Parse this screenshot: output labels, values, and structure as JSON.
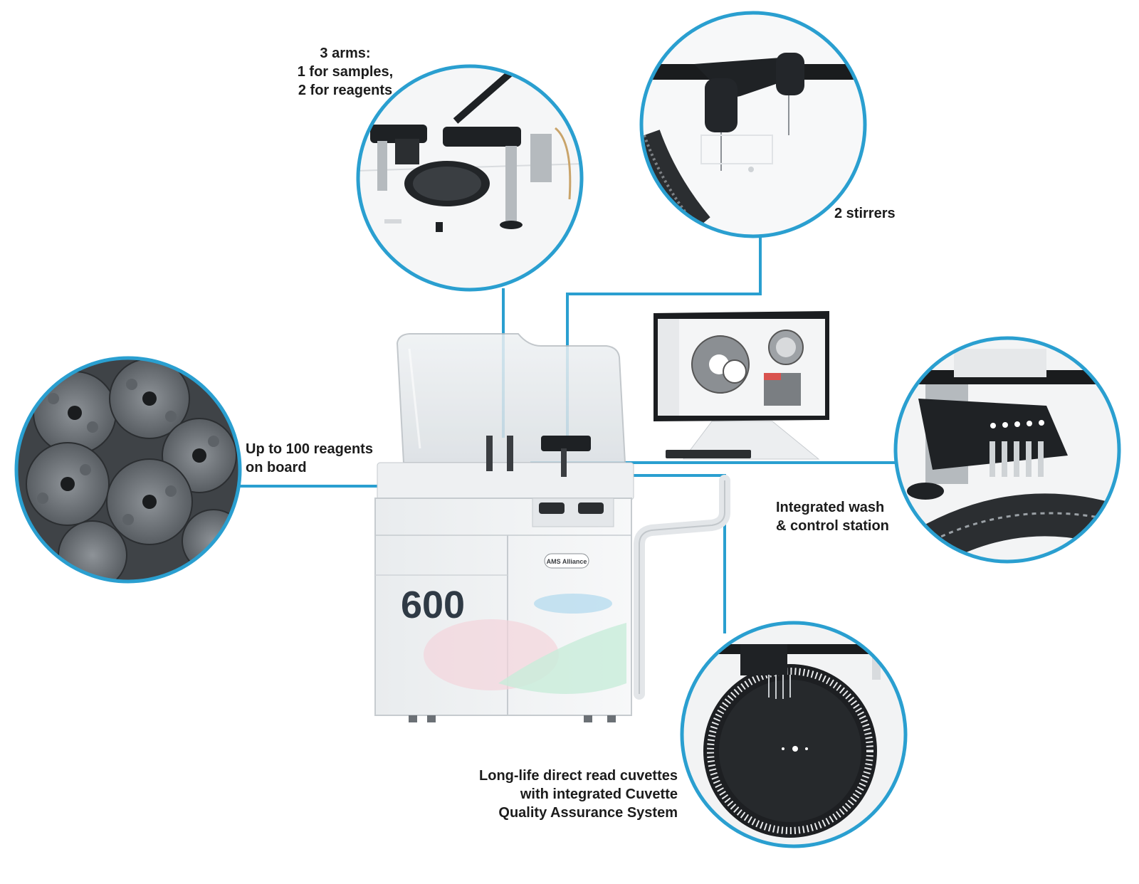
{
  "accent_color": "#2a9fd0",
  "machine": {
    "model_number": "600",
    "brand": "AMS Alliance"
  },
  "callouts": [
    {
      "id": "arms",
      "lines": [
        "3 arms:",
        "1 for samples,",
        "2 for reagents"
      ]
    },
    {
      "id": "stirrers",
      "lines": [
        "2 stirrers"
      ]
    },
    {
      "id": "reagents",
      "lines": [
        "Up to 100 reagents",
        "on board"
      ]
    },
    {
      "id": "wash",
      "lines": [
        "Integrated wash",
        "& control station"
      ]
    },
    {
      "id": "cuvettes",
      "lines": [
        "Long-life direct read cuvettes",
        "with integrated Cuvette",
        "Quality Assurance System"
      ]
    }
  ]
}
